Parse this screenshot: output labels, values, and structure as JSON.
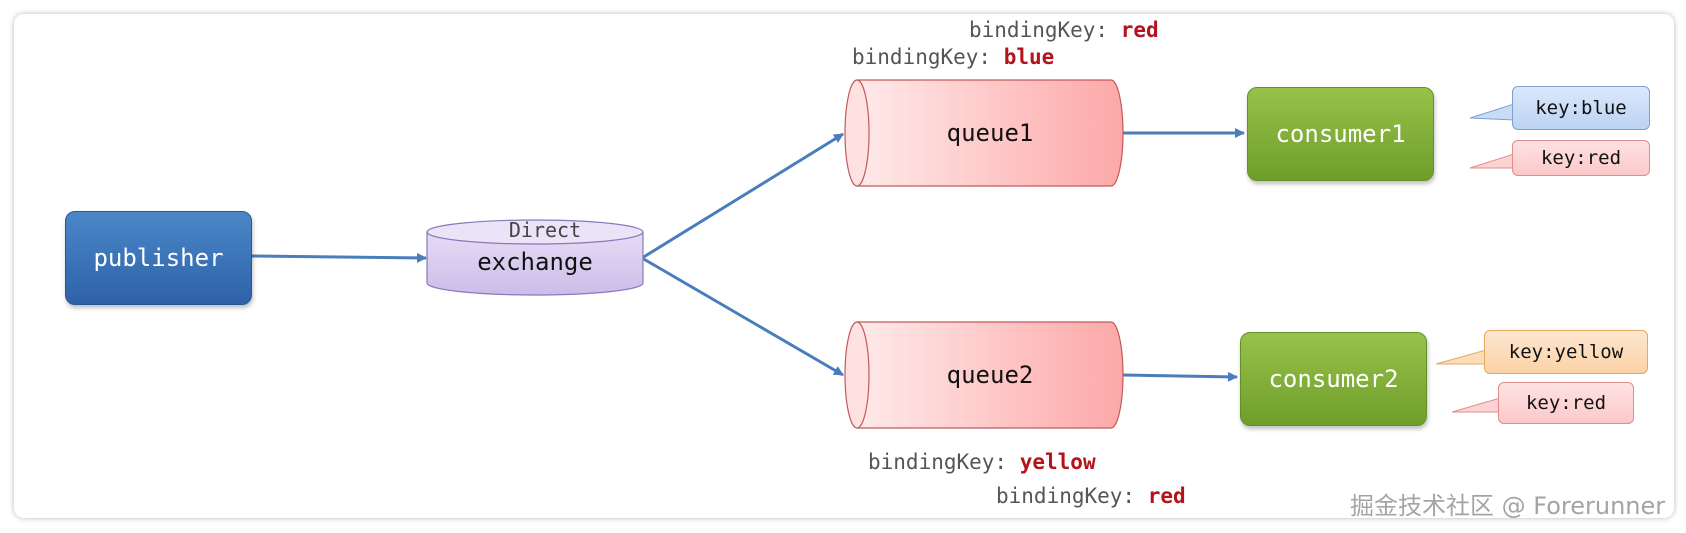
{
  "publisher": {
    "label": "publisher"
  },
  "exchange": {
    "type": "Direct",
    "name": "exchange"
  },
  "queue1": {
    "name": "queue1",
    "bindings": [
      {
        "prefix": "bindingKey:",
        "key": "red"
      },
      {
        "prefix": "bindingKey:",
        "key": "blue"
      }
    ]
  },
  "queue2": {
    "name": "queue2",
    "bindings": [
      {
        "prefix": "bindingKey:",
        "key": "yellow"
      },
      {
        "prefix": "bindingKey:",
        "key": "red"
      }
    ]
  },
  "consumer1": {
    "label": "consumer1",
    "messages": [
      {
        "text": "key:blue",
        "color": "#c9dcf6"
      },
      {
        "text": "key:red",
        "color": "#fcd2d2"
      }
    ]
  },
  "consumer2": {
    "label": "consumer2",
    "messages": [
      {
        "text": "key:yellow",
        "color": "#fcdcb9"
      },
      {
        "text": "key:red",
        "color": "#fcd2d2"
      }
    ]
  },
  "colors": {
    "arrow": "#4a7ebb",
    "binding_key": "#b5121b",
    "queue_fill": "#fdb8b8",
    "exchange_fill": "#d9cdef"
  },
  "watermark": "掘金技术社区 @ Forerunner"
}
